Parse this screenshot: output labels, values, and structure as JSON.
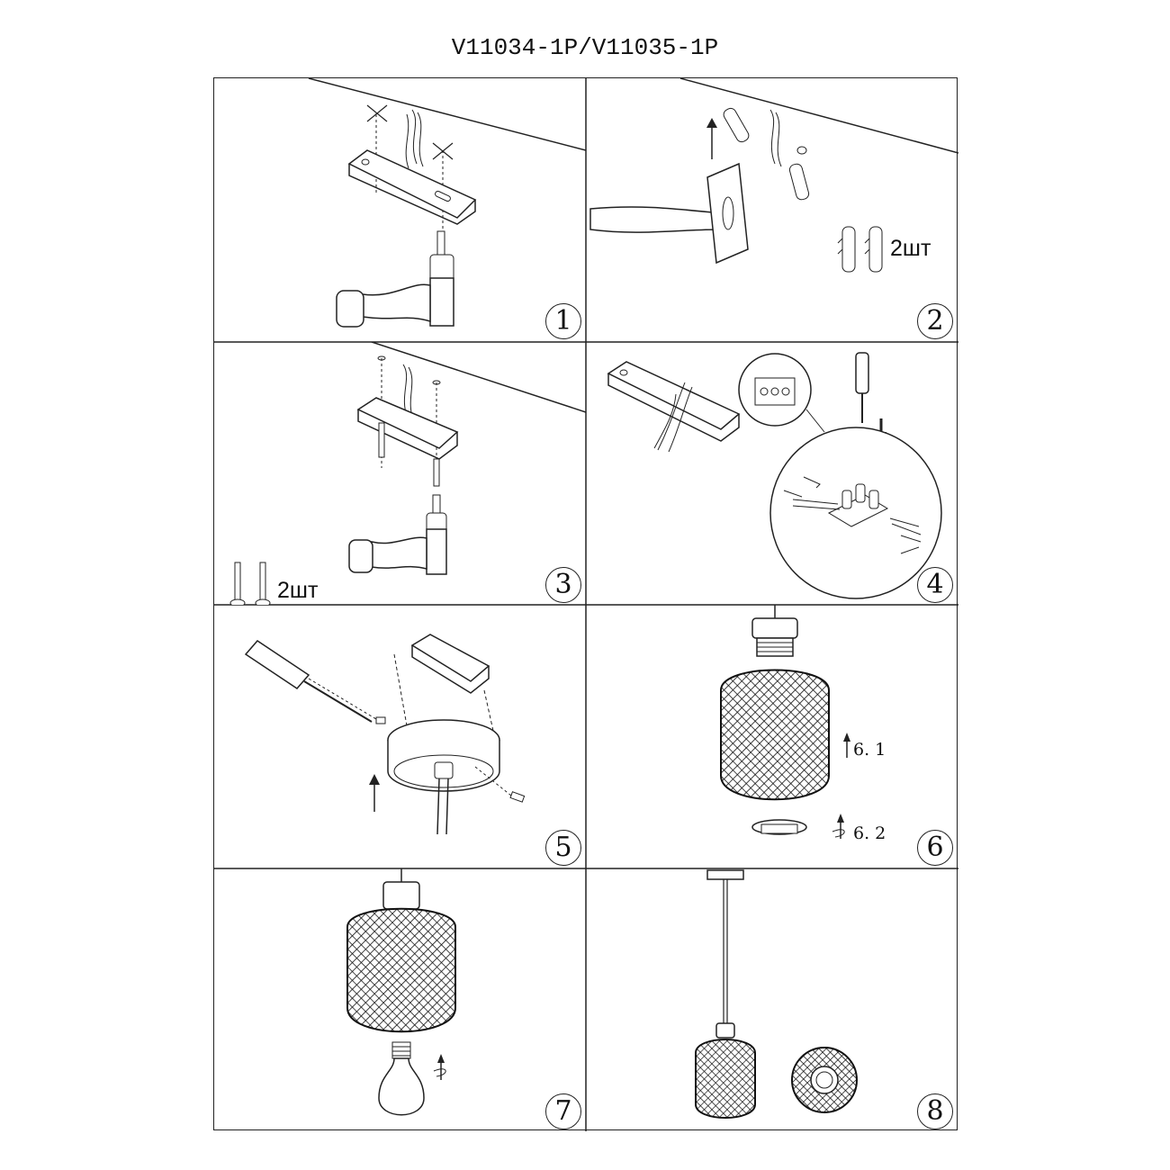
{
  "title": "V11034-1P/V11035-1P",
  "steps": [
    {
      "number": "1"
    },
    {
      "number": "2",
      "quantity": "2шт"
    },
    {
      "number": "3",
      "quantity": "2шт"
    },
    {
      "number": "4"
    },
    {
      "number": "5"
    },
    {
      "number": "6",
      "labels": [
        "6. 1",
        "6. 2"
      ]
    },
    {
      "number": "7"
    },
    {
      "number": "8"
    }
  ]
}
